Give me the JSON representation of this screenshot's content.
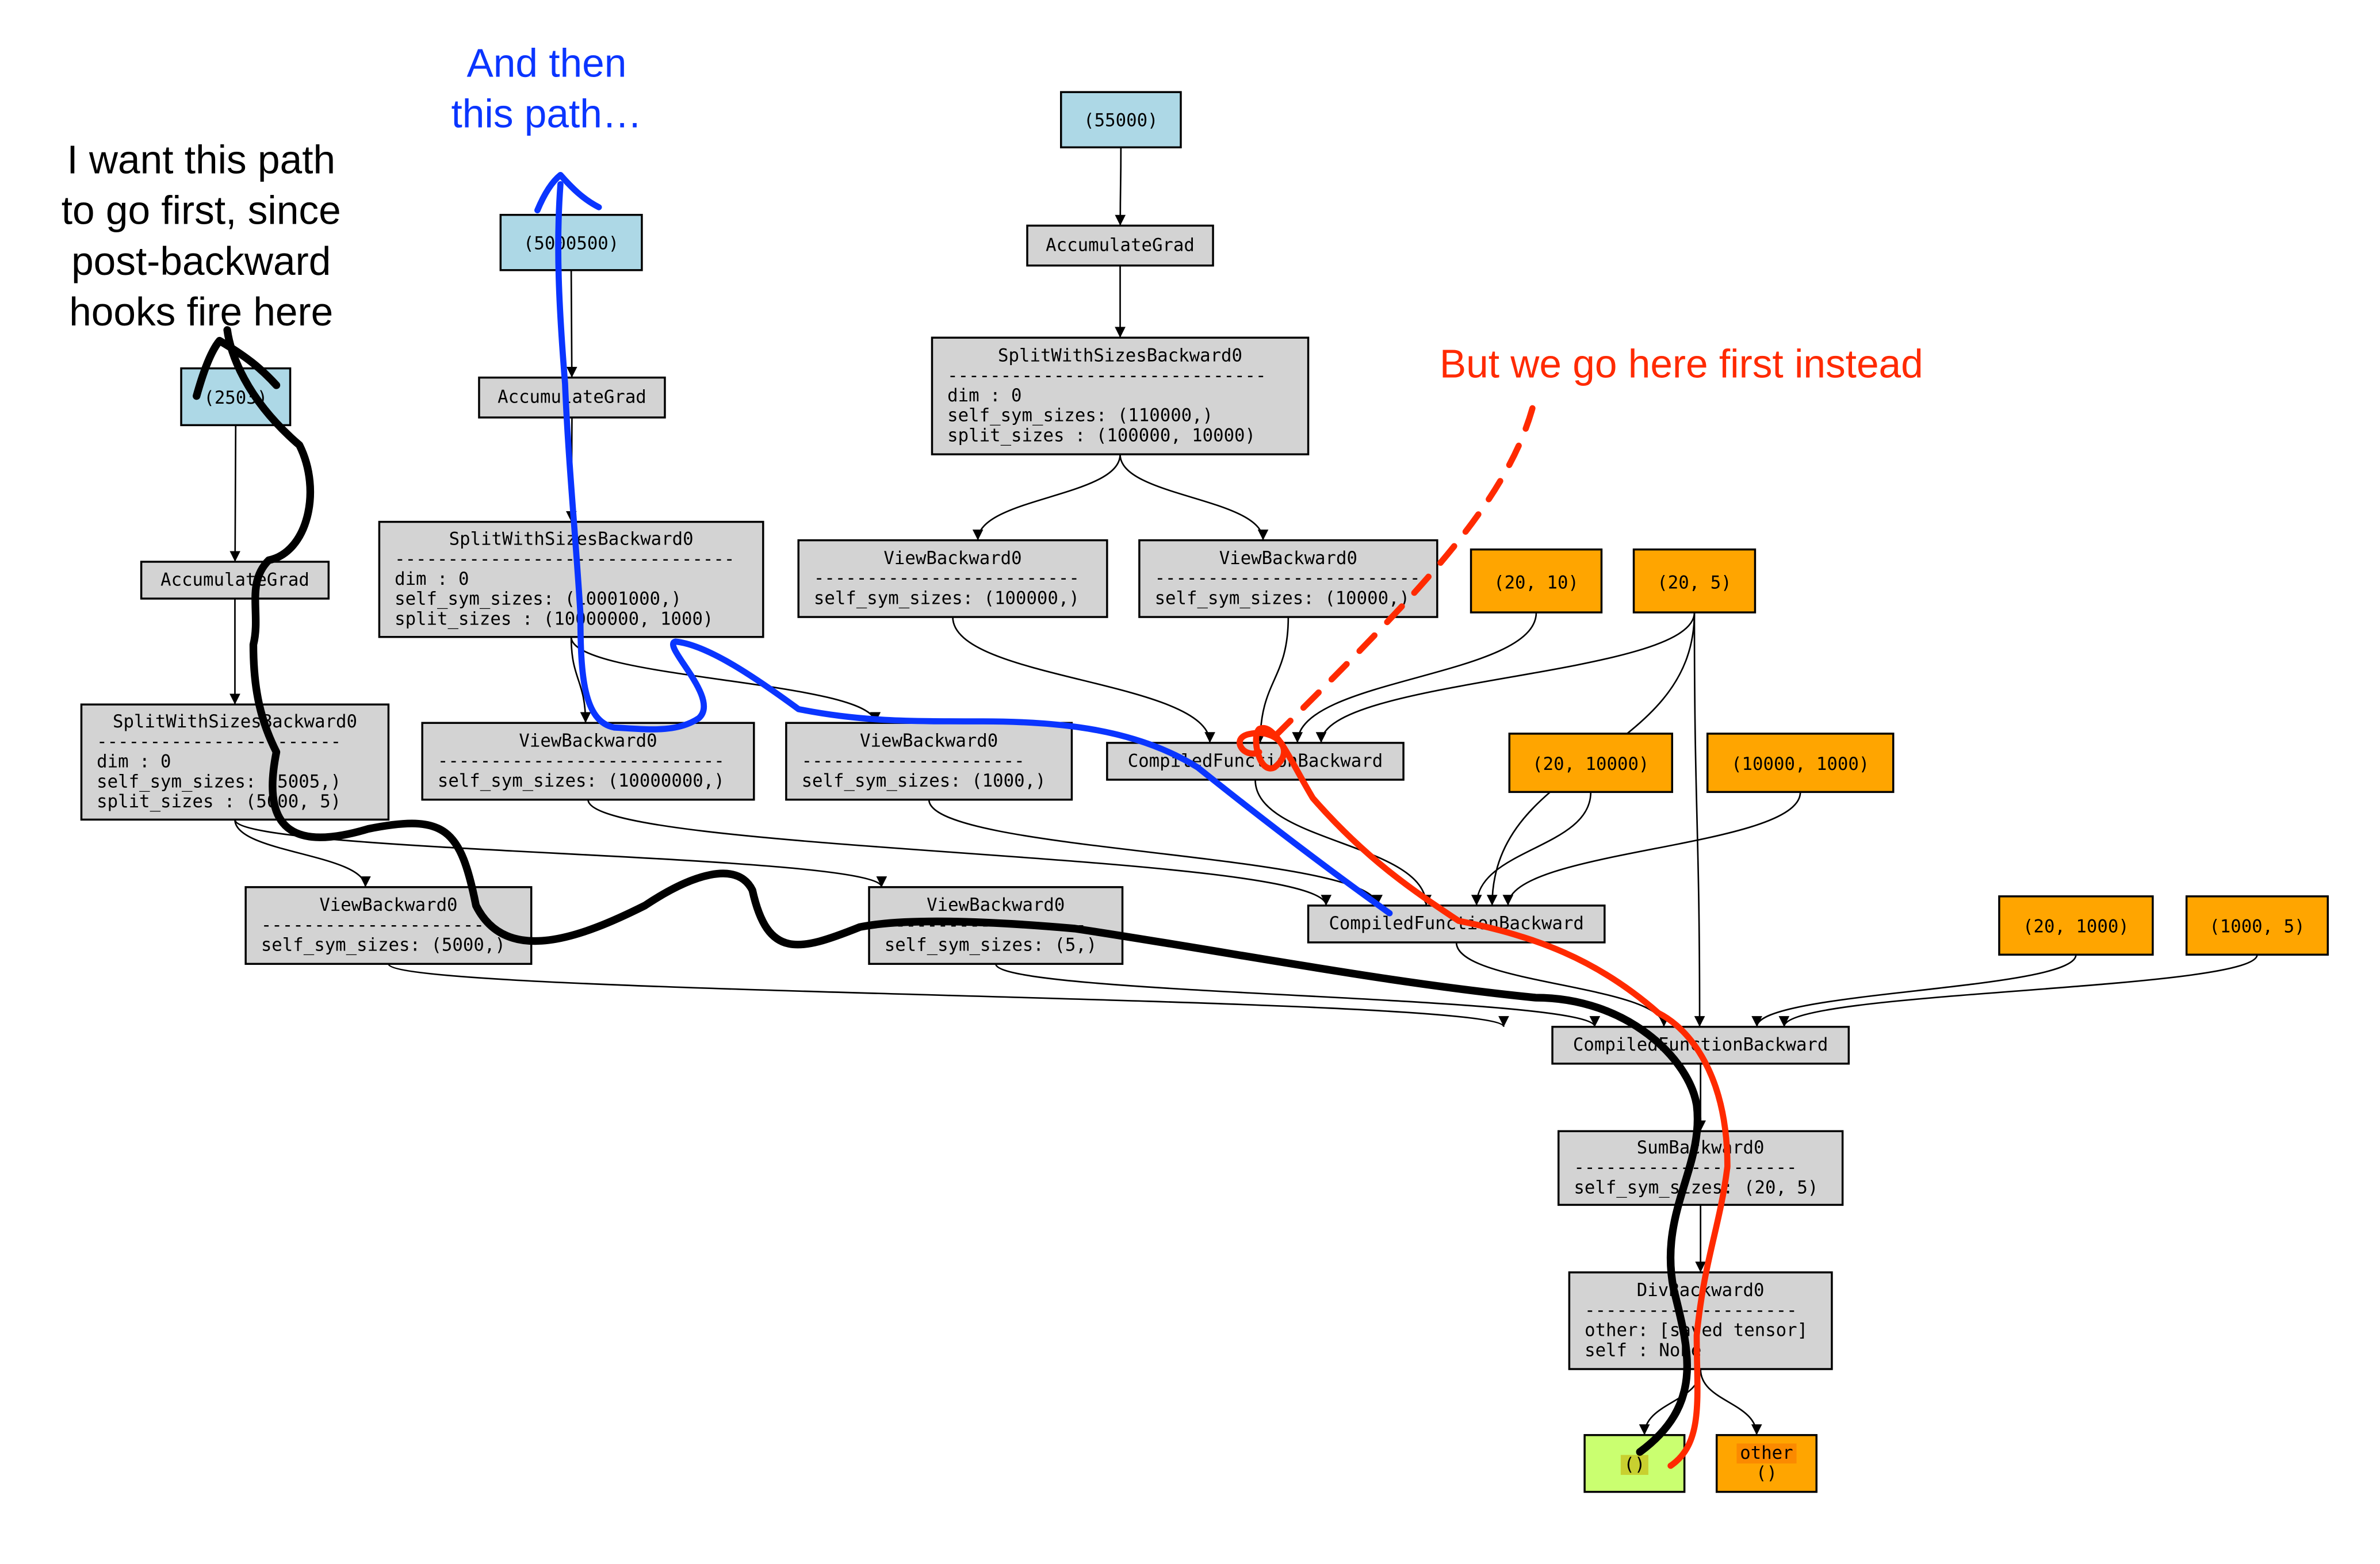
{
  "colors": {
    "param_fill": "#add8e6",
    "op_fill": "#d3d3d3",
    "input_fill": "#ffa500",
    "output_fill": "#caff70",
    "output_label_bg": "#c8d030",
    "other_label_bg": "#fb8a00",
    "annot_black": "#000000",
    "annot_blue": "#0a35ff",
    "annot_red": "#ff2a00"
  },
  "annotations": [
    {
      "id": "want-first",
      "color": "annot_black",
      "lines": [
        "I want this path",
        "to go first, since",
        "post-backward",
        "hooks fire here"
      ]
    },
    {
      "id": "and-then",
      "color": "annot_blue",
      "lines": [
        "And then",
        "this path…"
      ]
    },
    {
      "id": "go-here-first",
      "color": "annot_red",
      "lines": [
        "But we go here first instead"
      ]
    }
  ],
  "nodes": [
    {
      "id": "p55000",
      "kind": "param",
      "lines": [
        "(55000)"
      ]
    },
    {
      "id": "acc55000",
      "kind": "op",
      "lines": [
        "AccumulateGrad"
      ]
    },
    {
      "id": "split110000",
      "kind": "op",
      "lines": [
        "SplitWithSizesBackward0",
        "------------------------------",
        "dim           :             0",
        "self_sym_sizes:       (110000,)",
        "split_sizes   : (100000, 10000)"
      ]
    },
    {
      "id": "view100000",
      "kind": "op",
      "lines": [
        "ViewBackward0",
        "-------------------------",
        "self_sym_sizes: (100000,)"
      ]
    },
    {
      "id": "view10000",
      "kind": "op",
      "lines": [
        "ViewBackward0",
        "-------------------------",
        "self_sym_sizes: (10000,)"
      ]
    },
    {
      "id": "p5000500",
      "kind": "param",
      "lines": [
        "(5000500)"
      ]
    },
    {
      "id": "acc5000500",
      "kind": "op",
      "lines": [
        "AccumulateGrad"
      ]
    },
    {
      "id": "split10001000",
      "kind": "op",
      "lines": [
        "SplitWithSizesBackward0",
        "--------------------------------",
        "dim           :               0",
        "self_sym_sizes:      (10001000,)",
        "split_sizes   : (10000000, 1000)"
      ]
    },
    {
      "id": "view10000000",
      "kind": "op",
      "lines": [
        "ViewBackward0",
        "---------------------------",
        "self_sym_sizes: (10000000,)"
      ]
    },
    {
      "id": "view1000",
      "kind": "op",
      "lines": [
        "ViewBackward0",
        "---------------------",
        "self_sym_sizes: (1000,)"
      ]
    },
    {
      "id": "p2503",
      "kind": "param",
      "lines": [
        "(2503)"
      ]
    },
    {
      "id": "acc2503",
      "kind": "op",
      "lines": [
        "AccumulateGrad"
      ]
    },
    {
      "id": "split5005",
      "kind": "op",
      "lines": [
        "SplitWithSizesBackward0",
        "-----------------------",
        "dim           :        0",
        "self_sym_sizes:  (5005,)",
        "split_sizes   : (5000, 5)"
      ]
    },
    {
      "id": "view5000",
      "kind": "op",
      "lines": [
        "ViewBackward0",
        "----------------------",
        "self_sym_sizes: (5000,)"
      ]
    },
    {
      "id": "view5",
      "kind": "op",
      "lines": [
        "ViewBackward0",
        "-------------------",
        "self_sym_sizes: (5,)"
      ]
    },
    {
      "id": "in20_10",
      "kind": "input",
      "lines": [
        "(20, 10)"
      ]
    },
    {
      "id": "in20_5",
      "kind": "input",
      "lines": [
        "(20, 5)"
      ]
    },
    {
      "id": "in20_10000",
      "kind": "input",
      "lines": [
        "(20, 10000)"
      ]
    },
    {
      "id": "in10000_1000",
      "kind": "input",
      "lines": [
        "(10000, 1000)"
      ]
    },
    {
      "id": "in20_1000",
      "kind": "input",
      "lines": [
        "(20, 1000)"
      ]
    },
    {
      "id": "in1000_5",
      "kind": "input",
      "lines": [
        "(1000, 5)"
      ]
    },
    {
      "id": "cfb1",
      "kind": "op",
      "lines": [
        "CompiledFunctionBackward"
      ]
    },
    {
      "id": "cfb2",
      "kind": "op",
      "lines": [
        "CompiledFunctionBackward"
      ]
    },
    {
      "id": "cfb3",
      "kind": "op",
      "lines": [
        "CompiledFunctionBackward"
      ]
    },
    {
      "id": "sum",
      "kind": "op",
      "lines": [
        "SumBackward0",
        "---------------------",
        "self_sym_sizes: (20, 5)"
      ]
    },
    {
      "id": "div",
      "kind": "op",
      "lines": [
        "DivBackward0",
        "--------------------",
        "other: [saved tensor]",
        "self :           None"
      ]
    },
    {
      "id": "out",
      "kind": "output",
      "lines": [
        "()"
      ]
    },
    {
      "id": "other",
      "kind": "input",
      "lines": [
        "other",
        "()"
      ]
    }
  ],
  "edges": [
    [
      "p55000",
      "acc55000"
    ],
    [
      "acc55000",
      "split110000"
    ],
    [
      "split110000",
      "view100000"
    ],
    [
      "split110000",
      "view10000"
    ],
    [
      "p5000500",
      "acc5000500"
    ],
    [
      "acc5000500",
      "split10001000"
    ],
    [
      "split10001000",
      "view10000000"
    ],
    [
      "split10001000",
      "view1000"
    ],
    [
      "p2503",
      "acc2503"
    ],
    [
      "acc2503",
      "split5005"
    ],
    [
      "split5005",
      "view5000"
    ],
    [
      "split5005",
      "view5"
    ],
    [
      "view100000",
      "cfb1"
    ],
    [
      "view10000",
      "cfb1"
    ],
    [
      "in20_10",
      "cfb1"
    ],
    [
      "in20_5",
      "cfb1"
    ],
    [
      "cfb1",
      "cfb2"
    ],
    [
      "view10000000",
      "cfb2"
    ],
    [
      "view1000",
      "cfb2"
    ],
    [
      "in20_5",
      "cfb2"
    ],
    [
      "in20_10000",
      "cfb2"
    ],
    [
      "in10000_1000",
      "cfb2"
    ],
    [
      "cfb2",
      "cfb3"
    ],
    [
      "view5000",
      "cfb3"
    ],
    [
      "view5",
      "cfb3"
    ],
    [
      "in20_5",
      "cfb3"
    ],
    [
      "in20_1000",
      "cfb3"
    ],
    [
      "in1000_5",
      "cfb3"
    ],
    [
      "cfb3",
      "sum"
    ],
    [
      "sum",
      "div"
    ],
    [
      "div",
      "out"
    ],
    [
      "div",
      "other"
    ]
  ]
}
